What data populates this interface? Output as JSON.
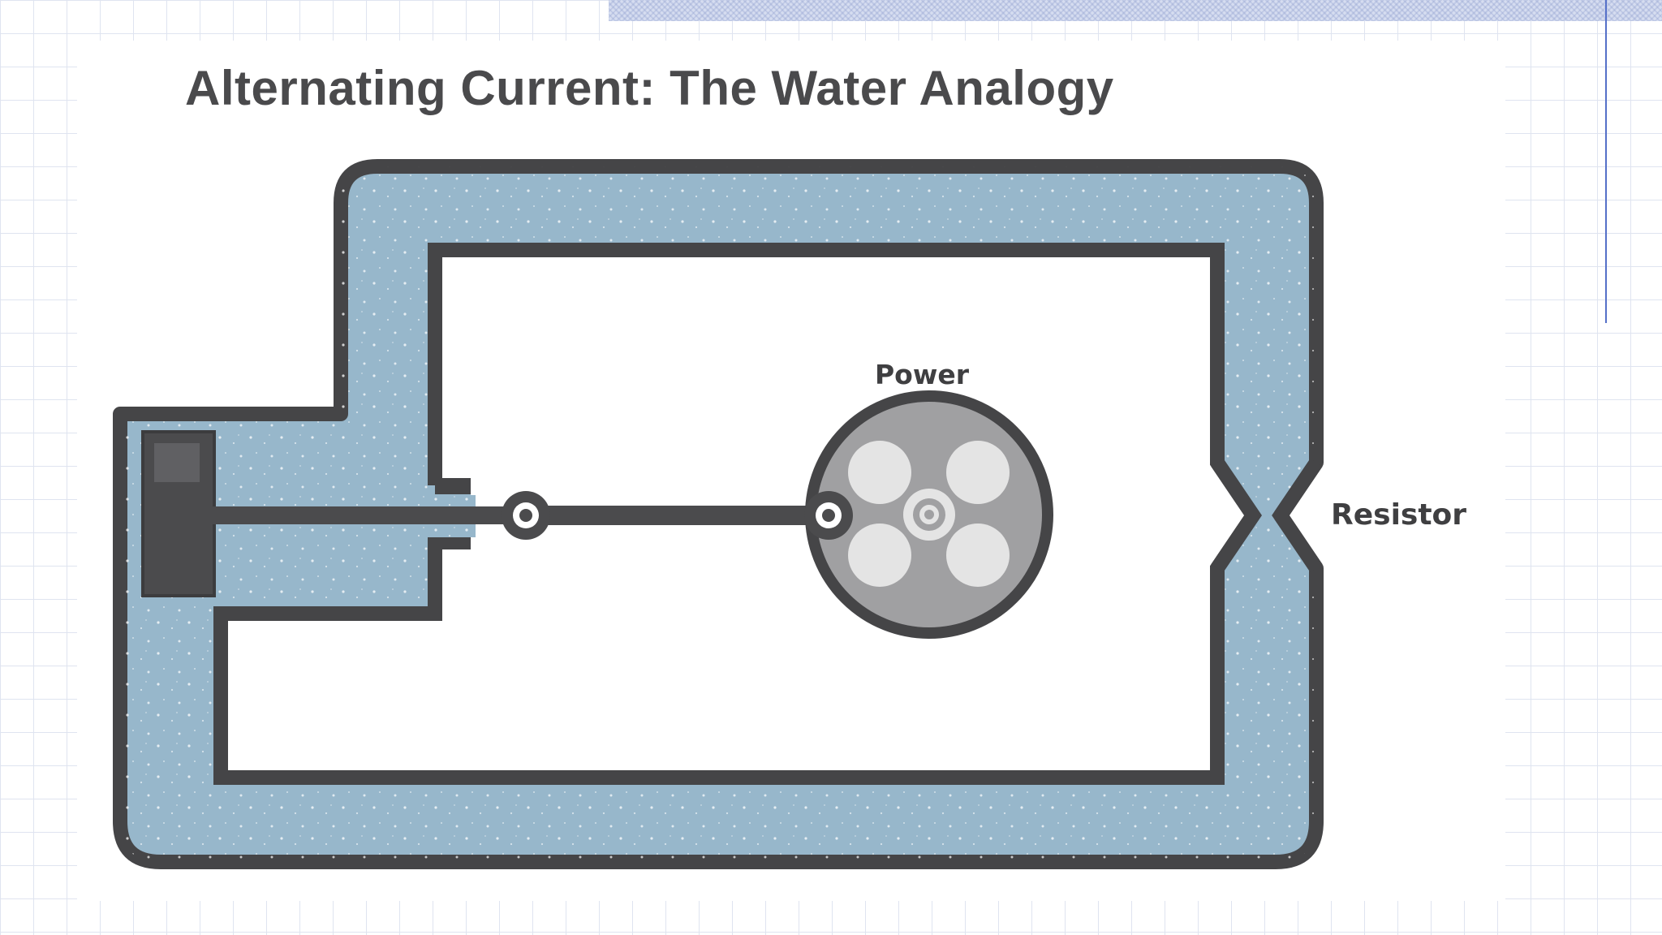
{
  "title": "Alternating Current: The Water Analogy",
  "labels": {
    "power": "Power",
    "resistor": "Resistor"
  },
  "colors": {
    "water": "#97b7cb",
    "outline": "#454547",
    "piston": "#4b4b4d",
    "wheel": "#a0a0a2",
    "wheel_holes": "#e4e4e4"
  },
  "icons": {
    "piston": "piston-icon",
    "wheel": "water-wheel-icon",
    "resistor": "pipe-constriction-icon"
  }
}
